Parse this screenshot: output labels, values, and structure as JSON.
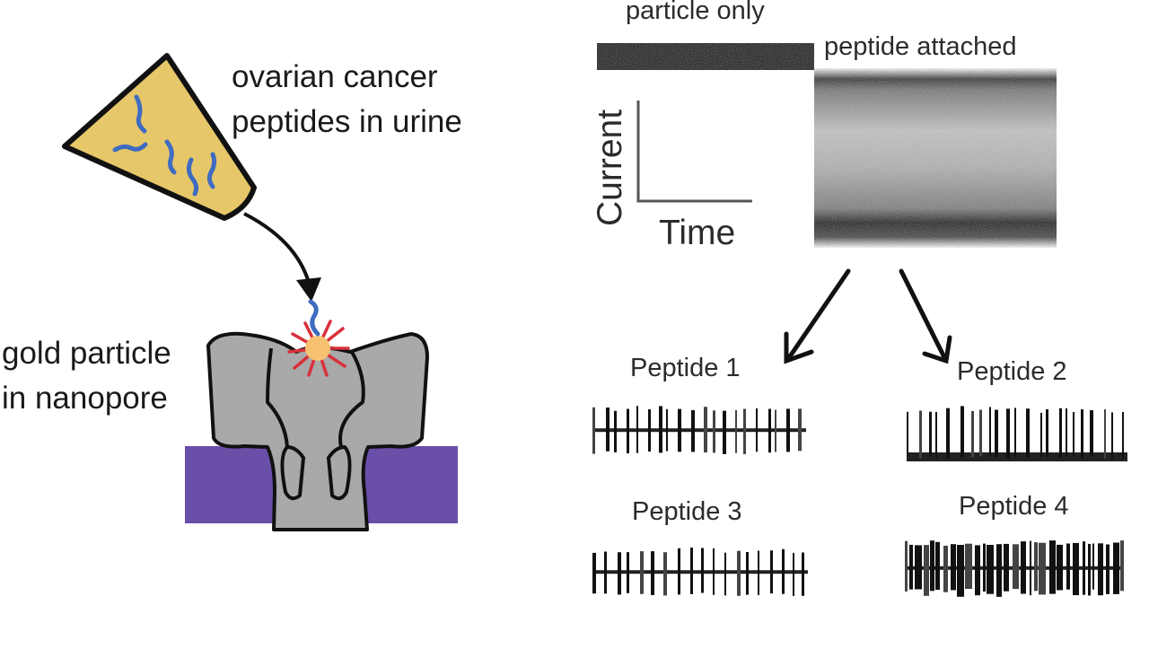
{
  "labels": {
    "peptides_line1": "ovarian cancer",
    "peptides_line2": "peptides in urine",
    "gold_line1": "gold particle",
    "gold_line2": "in nanopore",
    "particle_only": "particle only",
    "peptide_attached": "peptide attached",
    "current": "Current",
    "time": "Time",
    "peptide_1": "Peptide 1",
    "peptide_2": "Peptide 2",
    "peptide_3": "Peptide 3",
    "peptide_4": "Peptide 4"
  },
  "colors": {
    "tube_fill": "#e6c76a",
    "peptide_strand": "#3f6cc0",
    "pore_gray": "#a9a9a9",
    "membrane": "#6a4fa8",
    "gold_particle": "#f6c272",
    "ligand_red": "#d8303a",
    "trace_black": "#111111"
  },
  "icons": [
    "pipette-tube-icon",
    "peptide-strand-icon",
    "nanopore-icon",
    "gold-particle-icon",
    "membrane-icon",
    "arrow-icon"
  ]
}
